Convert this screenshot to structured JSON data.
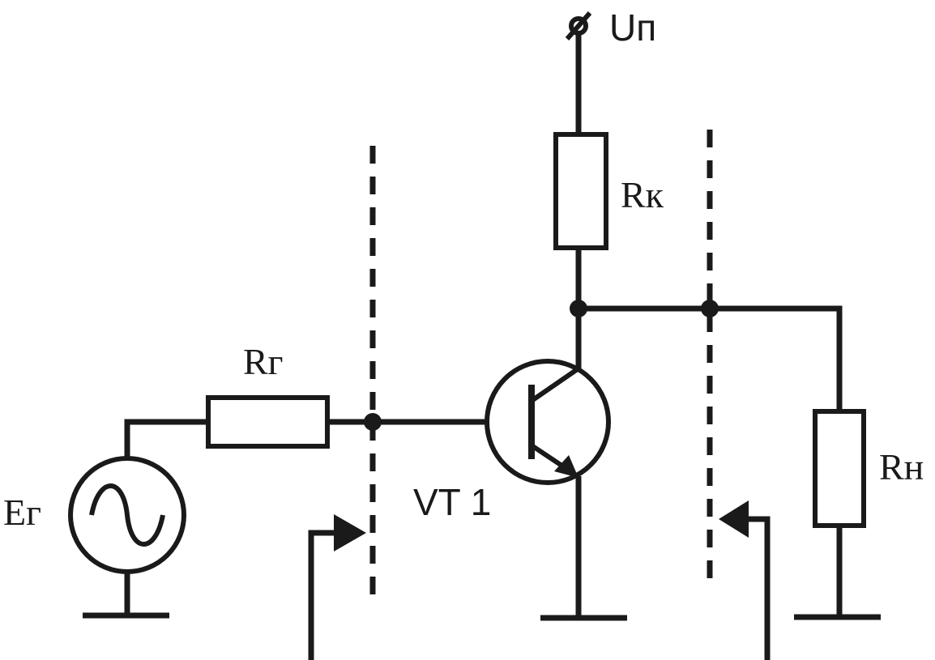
{
  "labels": {
    "supply": "Uп",
    "collector_resistor": "Rк",
    "source_resistor": "Rг",
    "load_resistor": "Rн",
    "transistor": "VT 1",
    "generator": "Eг"
  }
}
